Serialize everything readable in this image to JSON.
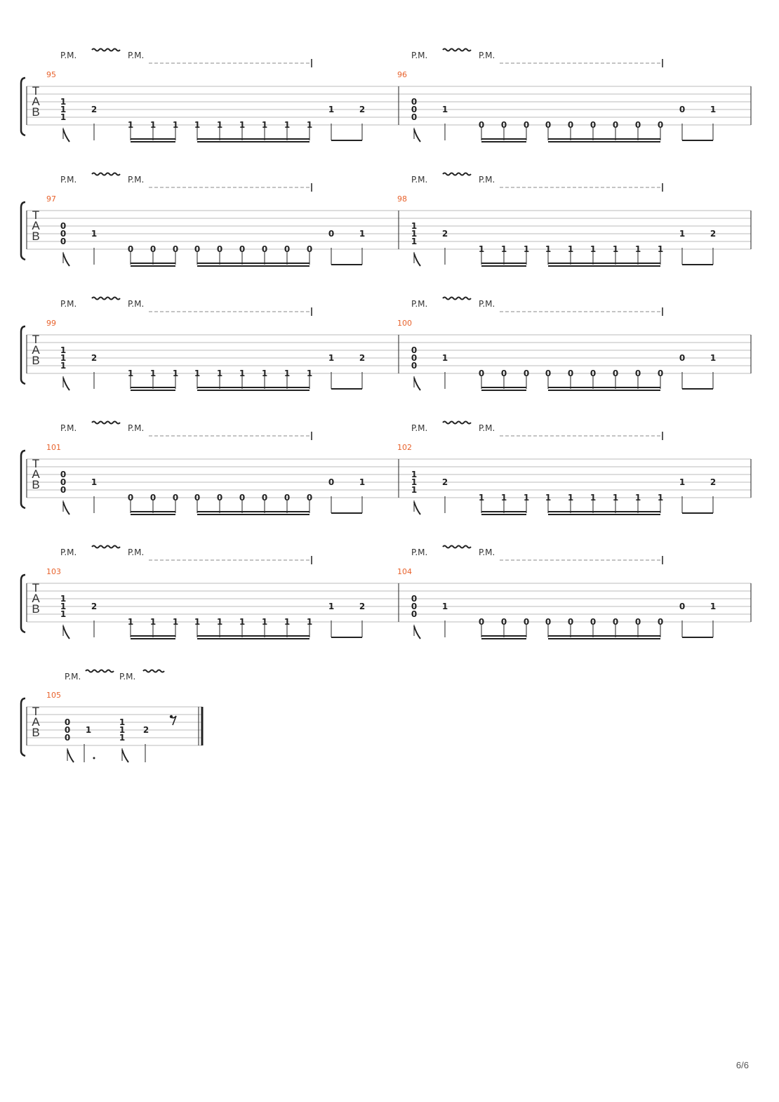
{
  "page": {
    "number": "6/6"
  },
  "labels": {
    "palm_mute": "P.M.",
    "tab_letters": [
      "T",
      "A",
      "B"
    ]
  },
  "pattern_a": {
    "chord": [
      "1",
      "1",
      "1"
    ],
    "second_note": "2",
    "sixteenths": [
      "1",
      "1",
      "1",
      "1",
      "1",
      "1",
      "1",
      "1",
      "1"
    ],
    "eighths": [
      "1",
      "2"
    ]
  },
  "pattern_b": {
    "chord": [
      "0",
      "0",
      "0"
    ],
    "second_note": "1",
    "sixteenths": [
      "0",
      "0",
      "0",
      "0",
      "0",
      "0",
      "0",
      "0",
      "0"
    ],
    "eighths": [
      "0",
      "1"
    ]
  },
  "systems": [
    {
      "measures": [
        {
          "number": "95",
          "pattern": "a"
        },
        {
          "number": "96",
          "pattern": "b"
        }
      ]
    },
    {
      "measures": [
        {
          "number": "97",
          "pattern": "b"
        },
        {
          "number": "98",
          "pattern": "a"
        }
      ]
    },
    {
      "measures": [
        {
          "number": "99",
          "pattern": "a"
        },
        {
          "number": "100",
          "pattern": "b"
        }
      ]
    },
    {
      "measures": [
        {
          "number": "101",
          "pattern": "b"
        },
        {
          "number": "102",
          "pattern": "a"
        }
      ]
    },
    {
      "measures": [
        {
          "number": "103",
          "pattern": "a"
        },
        {
          "number": "104",
          "pattern": "b"
        }
      ]
    }
  ],
  "final_measure": {
    "number": "105",
    "chord1": [
      "0",
      "0",
      "0"
    ],
    "note1": "1",
    "chord2": [
      "1",
      "1",
      "1"
    ],
    "note2": "2"
  },
  "colors": {
    "measure_number": "#e8622c",
    "staff_line": "#bbbbbb",
    "notation": "#222222",
    "pm_dash": "#888888"
  }
}
